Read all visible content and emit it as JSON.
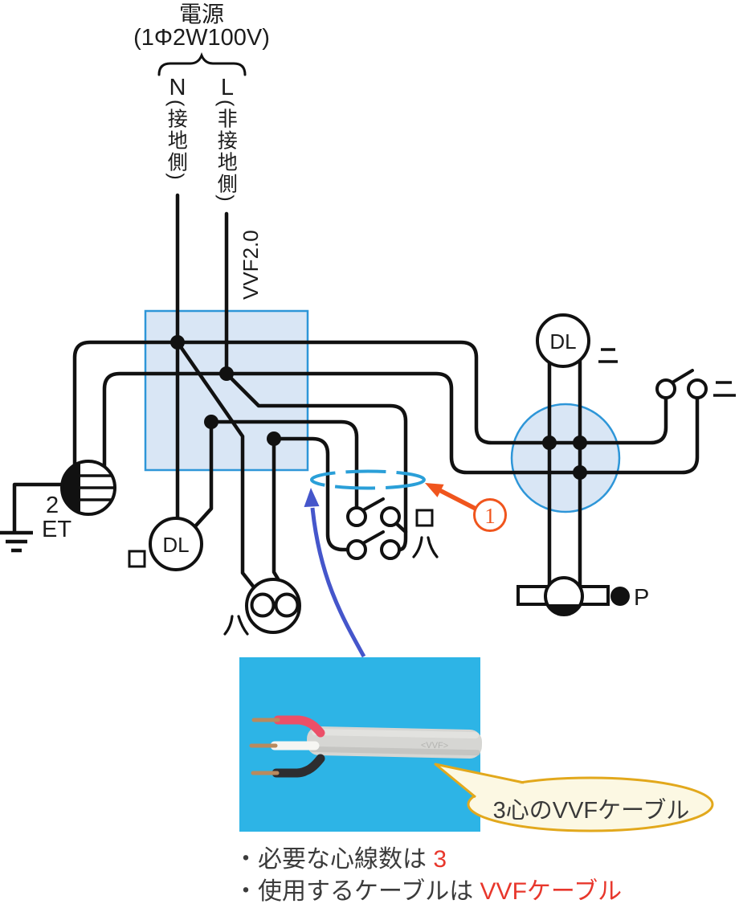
{
  "power": {
    "label": "電源",
    "spec": "(1Φ2W100V)",
    "neutral": {
      "terminal": "N",
      "side": "(接地側)"
    },
    "live": {
      "terminal": "L",
      "side": "(非接地側)"
    },
    "cable_size": "VVF2.0"
  },
  "devices": {
    "outlet": {
      "quantity": "2",
      "type": "ET"
    },
    "downlight_left": {
      "label": "DL",
      "circuit": "ロ"
    },
    "downlight_right": {
      "label": "DL",
      "circuit": "ニ"
    },
    "ceiling_receptacle": {
      "circuit": "ハ"
    },
    "switch_ro": {
      "circuit": "ロ"
    },
    "switch_ha": {
      "circuit": "ハ"
    },
    "switch_ni": {
      "circuit": "ニ"
    },
    "pull_switch": {
      "label": "P"
    }
  },
  "callouts": {
    "marker1": {
      "digit": "1"
    },
    "balloon": "3心のVVFケーブル",
    "cable_emboss": "<VVF>"
  },
  "notes": [
    {
      "prefix": "・必要な心線数は ",
      "highlight": "3"
    },
    {
      "prefix": "・使用するケーブルは ",
      "highlight": "VVFケーブル"
    }
  ],
  "colors": {
    "box_fill": "#d9e6f5",
    "box_stroke": "#2e96d8",
    "wire": "#111111",
    "dashed_ellipse": "#2a9fd8",
    "orange_marker": "#f0551d",
    "blue_arrow": "#4556cb",
    "balloon_fill": "#fcf8e3",
    "balloon_stroke": "#e2a81c",
    "photo_background": "#2db4e6",
    "highlight_text": "#e8372c"
  }
}
